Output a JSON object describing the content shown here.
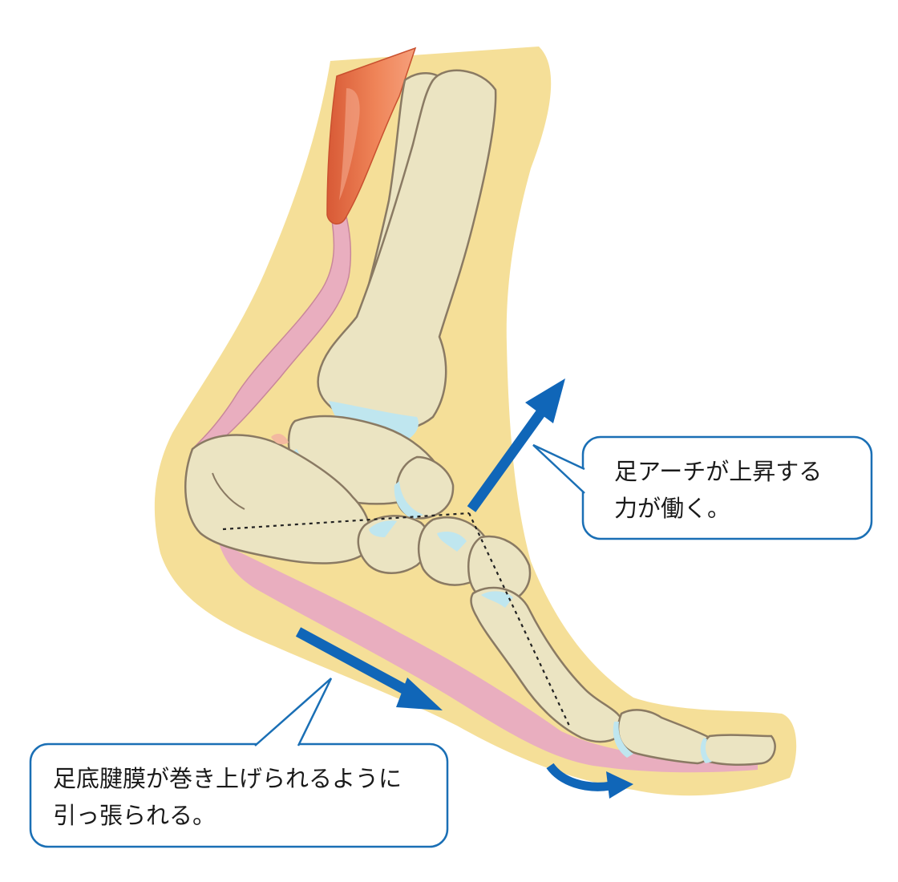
{
  "callouts": {
    "arch": {
      "line1": "足アーチが上昇する",
      "line2": "力が働く。"
    },
    "fascia": {
      "line1": "足底腱膜が巻き上げられるように",
      "line2": "引っ張られる。"
    }
  },
  "colors": {
    "skin": "#f5df98",
    "bone_fill": "#ebe4c2",
    "bone_stroke": "#8a7a63",
    "cartilage": "#bfe6ef",
    "fascia_pink": "#e9aebf",
    "muscle": "#e06a45",
    "arrow_blue": "#1066b8",
    "callout_border": "#1a6fb5"
  },
  "icons": {
    "arch_arrow": "arrow-up-right-icon",
    "fascia_arrow": "arrow-down-right-icon",
    "toe_arrow": "curved-arrow-icon"
  }
}
